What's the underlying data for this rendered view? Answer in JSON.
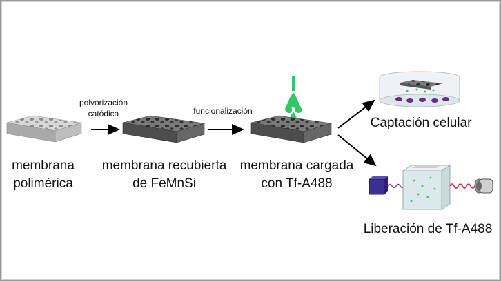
{
  "steps": [
    {
      "label_line1": "membrana",
      "label_line2": "polimérica"
    },
    {
      "label_line1": "membrana recubierta",
      "label_line2": "de FeMnSi"
    },
    {
      "label_line1": "membrana cargada",
      "label_line2": "con Tf-A488"
    }
  ],
  "arrows": [
    {
      "label_line1": "polvorización",
      "label_line2": "catódica"
    },
    {
      "label_line1": "funcionalización"
    }
  ],
  "outcomes": [
    {
      "label": "Captación celular"
    },
    {
      "label": "Liberación de Tf-A488"
    }
  ],
  "colors": {
    "membrane_light": "#c9c9c9",
    "membrane_dark": "#5a5a5a",
    "drop_green": "#35c466",
    "cell_purple": "#6a2a86",
    "laser_red": "#e0202a",
    "source_blue": "#3b2f8f"
  }
}
